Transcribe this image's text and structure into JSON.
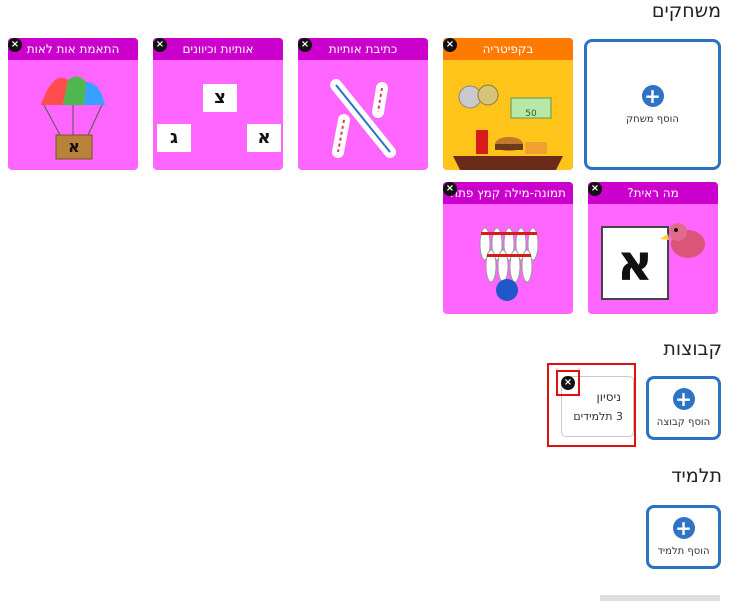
{
  "sections": {
    "games": {
      "title": "משחקים",
      "add_label": "הוסף משחק"
    },
    "groups": {
      "title": "קבוצות",
      "add_label": "הוסף קבוצה"
    },
    "student": {
      "title": "תלמיד",
      "add_label": "הוסף תלמיד"
    }
  },
  "games": [
    {
      "title": "בקפיטריה",
      "header_color": "#ff7a00",
      "icon": "cafeteria-tray"
    },
    {
      "title": "כתיבת אותיות",
      "header_color": "#cc00cc",
      "icon": "letter-alef-tracing"
    },
    {
      "title": "אותיות וכיוונים",
      "header_color": "#cc00cc",
      "icon": "letter-cards"
    },
    {
      "title": "התאמת אות לאות",
      "header_color": "#cc00cc",
      "icon": "parachute-basket"
    },
    {
      "title": "מה ראית?",
      "header_color": "#cc00cc",
      "icon": "alef-bird"
    },
    {
      "title": "תמונה-מילה קמץ פתח",
      "header_color": "#cc00cc",
      "icon": "bowling-pins"
    }
  ],
  "group_card": {
    "name": "ניסיון",
    "count": "3 תלמידים"
  },
  "glyphs": {
    "plus": "+",
    "close": "×",
    "alef": "א",
    "tsadi": "צ",
    "gimel": "ג"
  },
  "price_tag": "50",
  "colors": {
    "card_bg": "#ff66ff",
    "header_purple": "#cc00cc",
    "header_orange": "#ff7a00",
    "accent_blue": "#2a72c2",
    "highlight_red": "#e01010"
  }
}
